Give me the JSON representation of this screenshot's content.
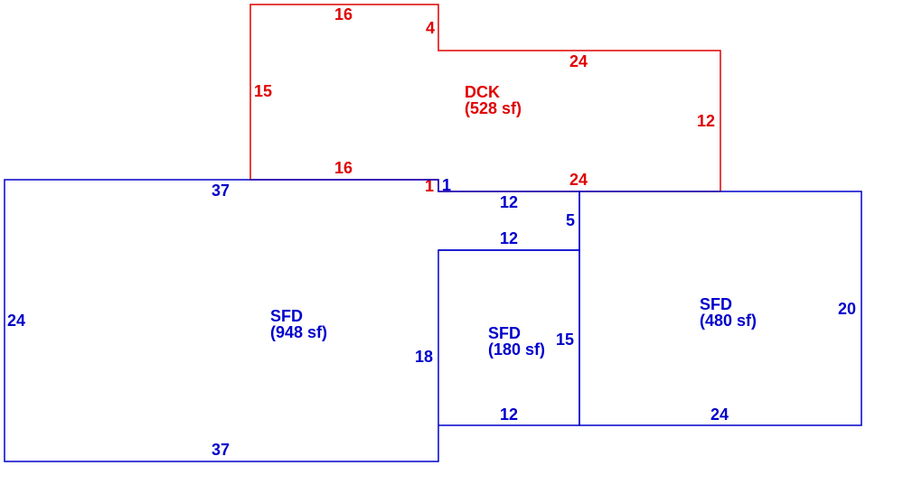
{
  "colors": {
    "deck": "#e00000",
    "sfd": "#0000cc",
    "background": "#ffffff"
  },
  "deck": {
    "name": "DCK",
    "area": "(528 sf)",
    "dims": {
      "top_left": "16",
      "step": "4",
      "top_right": "24",
      "left": "15",
      "right": "12",
      "bottom_left": "16",
      "bottom_step": "1",
      "bottom_right": "24"
    }
  },
  "sfd_main": {
    "name": "SFD",
    "area": "(948 sf)",
    "dims": {
      "top": "37",
      "step": "1",
      "notch_top": "12",
      "notch_side": "5",
      "left": "24",
      "right": "18",
      "bottom": "37"
    }
  },
  "sfd_small": {
    "name": "SFD",
    "area": "(180 sf)",
    "dims": {
      "top": "12",
      "right": "15",
      "bottom": "12"
    }
  },
  "sfd_right": {
    "name": "SFD",
    "area": "(480 sf)",
    "dims": {
      "right": "20",
      "bottom": "24"
    }
  }
}
